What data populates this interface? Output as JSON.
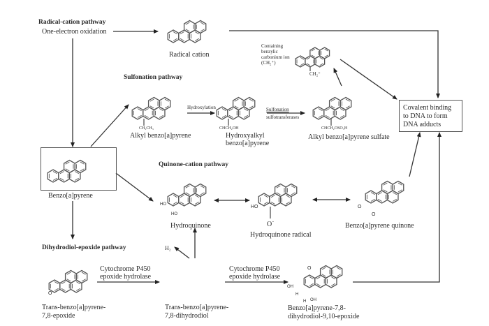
{
  "pathways": {
    "radical_cation": "Radical-cation pathway",
    "sulfonation": "Sulfonation pathway",
    "quinone_cation": "Quinone-cation pathway",
    "dihydrodiol_epoxide": "Dihydrodiol-epoxide pathway"
  },
  "steps": {
    "one_electron_oxidation": "One-electron oxidation",
    "hydroxylation": "Hydroxylation",
    "sulfonation_line1": "Sulfonation",
    "sulfonation_line2": "sulfotransferases",
    "cyp_line1": "Cytochrome P450",
    "cyp_line2": "epoxide hydrolase",
    "cyp2_line1": "Cytochrome P450",
    "cyp2_line2": "epoxide hydrolase",
    "h2": "H₂"
  },
  "compounds": {
    "radical_cation": "Radical cation",
    "carbonium_line1": "Containing",
    "carbonium_line2": "benzylic",
    "carbonium_line3": "carbonium ion",
    "carbonium_line4": "(CH₂⁺)",
    "carbonium_sub": "CH₂⁺",
    "alkyl_bap": "Alkyl benzo[a]pyrene",
    "alkyl_sub": "CH₂CH₃",
    "hydroxyalkyl_line1": "Hydroxyalkyl",
    "hydroxyalkyl_line2": "benzo[a]pyrene",
    "hydroxyalkyl_sub": "CHCH₂OH",
    "alkyl_sulfate": "Alkyl benzo[a]pyrene sulfate",
    "alkyl_sulfate_sub": "CHCH₂OSO₃H",
    "bap": "Benzo[a]pyrene",
    "hydroquinone": "Hydroquinone",
    "hydroquinone_radical": "Hydroquinone radical",
    "quinone": "Benzo[a]pyrene quinone",
    "epoxide_line1": "Trans-benzo[a]pyrene-",
    "epoxide_line2": "7,8-epoxide",
    "dihydrodiol_line1": "Trans-benzo[a]pyrene-",
    "dihydrodiol_line2": "7,8-dihydrodiol",
    "bpde_line1": "Benzo[a]pyrene-7,8-",
    "bpde_line2": "dihydrodiol-9,10-epoxide"
  },
  "substituents": {
    "ho": "HO",
    "oh": "OH",
    "o_radical": "O˙",
    "o": "O",
    "h": "H"
  },
  "outcome": {
    "line1": "Covalent binding",
    "line2": "to DNA to form",
    "line3": "DNA adducts"
  }
}
